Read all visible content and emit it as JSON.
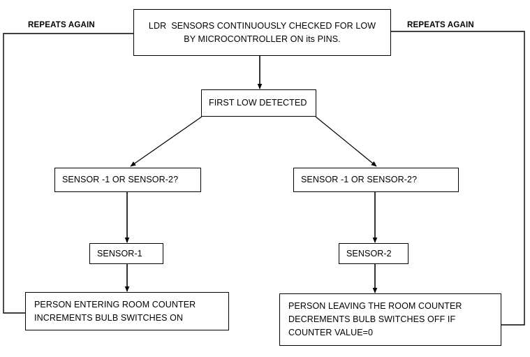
{
  "diagram": {
    "title": "LDR sensor bidirectional visitor counter flowchart",
    "nodes": {
      "ldr_check": {
        "name": "ldr-sensors-check",
        "lines": [
          "LDR  SENSORS CONTINUOUSLY CHECKED FOR LOW",
          "BY MICROCONTROLLER ON its PINS."
        ]
      },
      "first_low": {
        "name": "first-low-detected",
        "lines": [
          "FIRST LOW DETECTED"
        ]
      },
      "sensor_query_left": {
        "name": "sensor-query-left",
        "lines": [
          "SENSOR -1 OR SENSOR-2?"
        ]
      },
      "sensor_query_right": {
        "name": "sensor-query-right",
        "lines": [
          "SENSOR -1 OR SENSOR-2?"
        ]
      },
      "sensor_1": {
        "name": "sensor-1",
        "lines": [
          "SENSOR-1"
        ]
      },
      "sensor_2": {
        "name": "sensor-2",
        "lines": [
          "SENSOR-2"
        ]
      },
      "person_entering": {
        "name": "person-entering-room",
        "lines": [
          "PERSON ENTERING ROOM COUNTER",
          "INCREMENTS BULB SWITCHES ON"
        ]
      },
      "person_leaving": {
        "name": "person-leaving-room",
        "lines": [
          "PERSON LEAVING THE ROOM COUNTER",
          "DECREMENTS BULB SWITCHES OFF IF",
          "COUNTER VALUE=0"
        ]
      }
    },
    "labels": {
      "repeats_left": "REPEATS AGAIN",
      "repeats_right": "REPEATS AGAIN"
    },
    "colors": {
      "stroke": "#000000",
      "background": "#ffffff",
      "text": "#000000"
    },
    "edges": [
      {
        "name": "edge-ldr-to-first-low",
        "from": "ldr_check",
        "to": "first_low",
        "arrow": true
      },
      {
        "name": "edge-first-low-to-query-left",
        "from": "first_low",
        "to": "sensor_query_left",
        "arrow": true
      },
      {
        "name": "edge-first-low-to-query-right",
        "from": "first_low",
        "to": "sensor_query_right",
        "arrow": true
      },
      {
        "name": "edge-query-left-to-sensor-1",
        "from": "sensor_query_left",
        "to": "sensor_1",
        "arrow": true
      },
      {
        "name": "edge-query-right-to-sensor-2",
        "from": "sensor_query_right",
        "to": "sensor_2",
        "arrow": true
      },
      {
        "name": "edge-sensor-1-to-entering",
        "from": "sensor_1",
        "to": "person_entering",
        "arrow": true
      },
      {
        "name": "edge-sensor-2-to-leaving",
        "from": "sensor_2",
        "to": "person_leaving",
        "arrow": true
      },
      {
        "name": "edge-loop-left-repeats",
        "from": "person_entering",
        "to": "ldr_check",
        "arrow": false
      },
      {
        "name": "edge-loop-right-repeats",
        "from": "person_leaving",
        "to": "ldr_check",
        "arrow": false
      }
    ]
  }
}
